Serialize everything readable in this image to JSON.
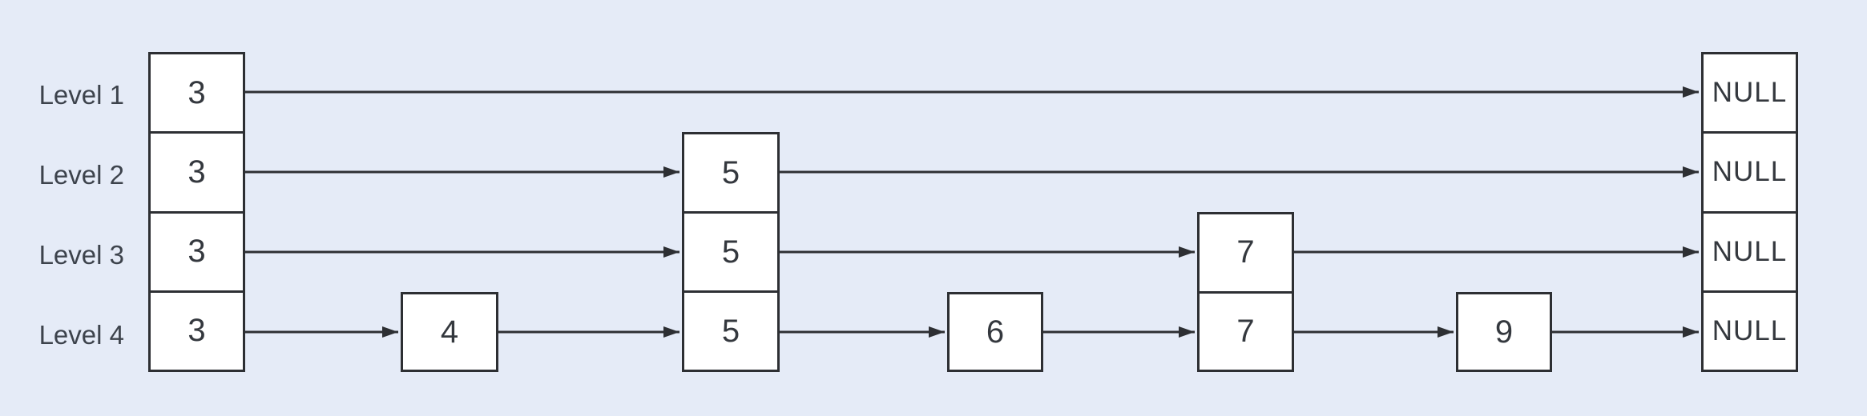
{
  "colors": {
    "background": "#e5ebf7",
    "box_fill": "#ffffff",
    "line": "#2d2f33",
    "text": "#3d434c"
  },
  "diagram": {
    "type": "skip-list",
    "levels": [
      {
        "label": "Level 1",
        "chain": [
          "3",
          "NULL"
        ]
      },
      {
        "label": "Level 2",
        "chain": [
          "3",
          "5",
          "NULL"
        ]
      },
      {
        "label": "Level 3",
        "chain": [
          "3",
          "5",
          "7",
          "NULL"
        ]
      },
      {
        "label": "Level 4",
        "chain": [
          "3",
          "4",
          "5",
          "6",
          "7",
          "9",
          "NULL"
        ]
      }
    ],
    "nodes": [
      {
        "value": "3",
        "levels": [
          "Level 1",
          "Level 2",
          "Level 3",
          "Level 4"
        ]
      },
      {
        "value": "4",
        "levels": [
          "Level 4"
        ]
      },
      {
        "value": "5",
        "levels": [
          "Level 2",
          "Level 3",
          "Level 4"
        ]
      },
      {
        "value": "6",
        "levels": [
          "Level 4"
        ]
      },
      {
        "value": "7",
        "levels": [
          "Level 3",
          "Level 4"
        ]
      },
      {
        "value": "9",
        "levels": [
          "Level 4"
        ]
      },
      {
        "value": "NULL",
        "levels": [
          "Level 1",
          "Level 2",
          "Level 3",
          "Level 4"
        ]
      }
    ],
    "terminator_label": "NULL"
  }
}
